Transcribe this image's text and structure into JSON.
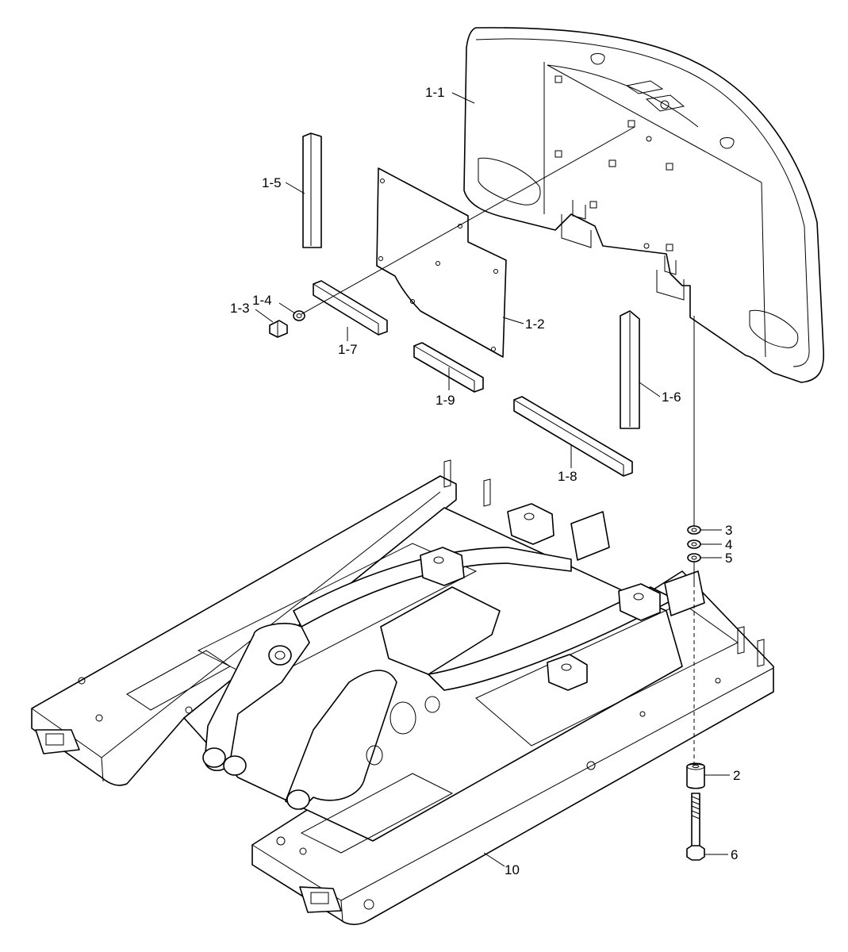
{
  "callouts": {
    "c1_1": "1-1",
    "c1_2": "1-2",
    "c1_3": "1-3",
    "c1_4": "1-4",
    "c1_5": "1-5",
    "c1_6": "1-6",
    "c1_7": "1-7",
    "c1_8": "1-8",
    "c1_9": "1-9",
    "c2": "2",
    "c3": "3",
    "c4": "4",
    "c5": "5",
    "c6": "6",
    "c10": "10"
  }
}
